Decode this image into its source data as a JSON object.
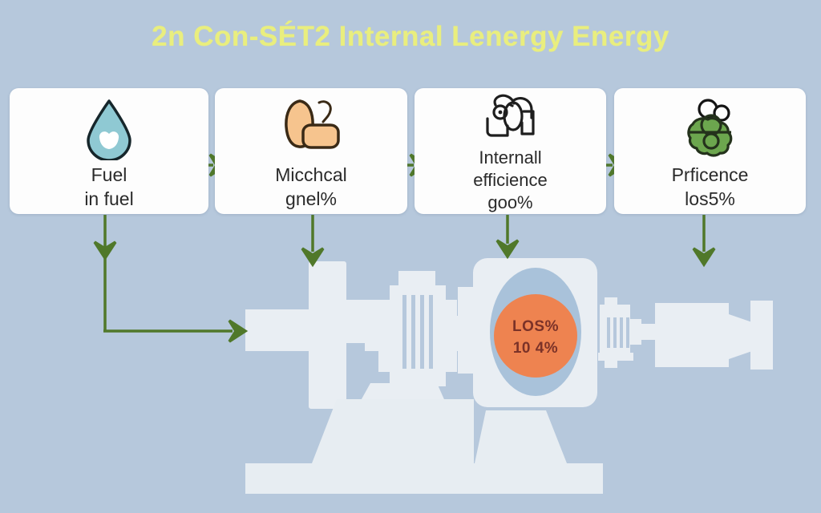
{
  "title": "2n Con-SÉT2 Internal Lenergy Energy",
  "cards": [
    {
      "icon": "water-drop-icon",
      "lines": [
        "Fuel",
        "in fuel"
      ]
    },
    {
      "icon": "mechanical-parts-icon",
      "lines": [
        "Micchcal",
        "gnel%"
      ]
    },
    {
      "icon": "engine-outline-icon",
      "lines": [
        "Internall",
        "efficience",
        "goo%"
      ]
    },
    {
      "icon": "green-gears-icon",
      "lines": [
        "Prficence",
        "los5%"
      ]
    }
  ],
  "engine": {
    "loss_line1": "LOS%",
    "loss_line2": "10 4%"
  },
  "colors": {
    "background": "#b6c8dc",
    "title": "#e9ee7e",
    "arrow": "#50782a",
    "card_background": "#fdfdfd",
    "card_text": "#2a2a2a",
    "engine_silhouette": "#e9eef3",
    "engine_port_blue": "#a9c2da",
    "loss_circle": "#ee8350",
    "loss_text": "#7b3228",
    "drop_fill": "#8fc9d3",
    "blob_fill": "#f6c48e",
    "gear_green": "#6ca64e"
  }
}
